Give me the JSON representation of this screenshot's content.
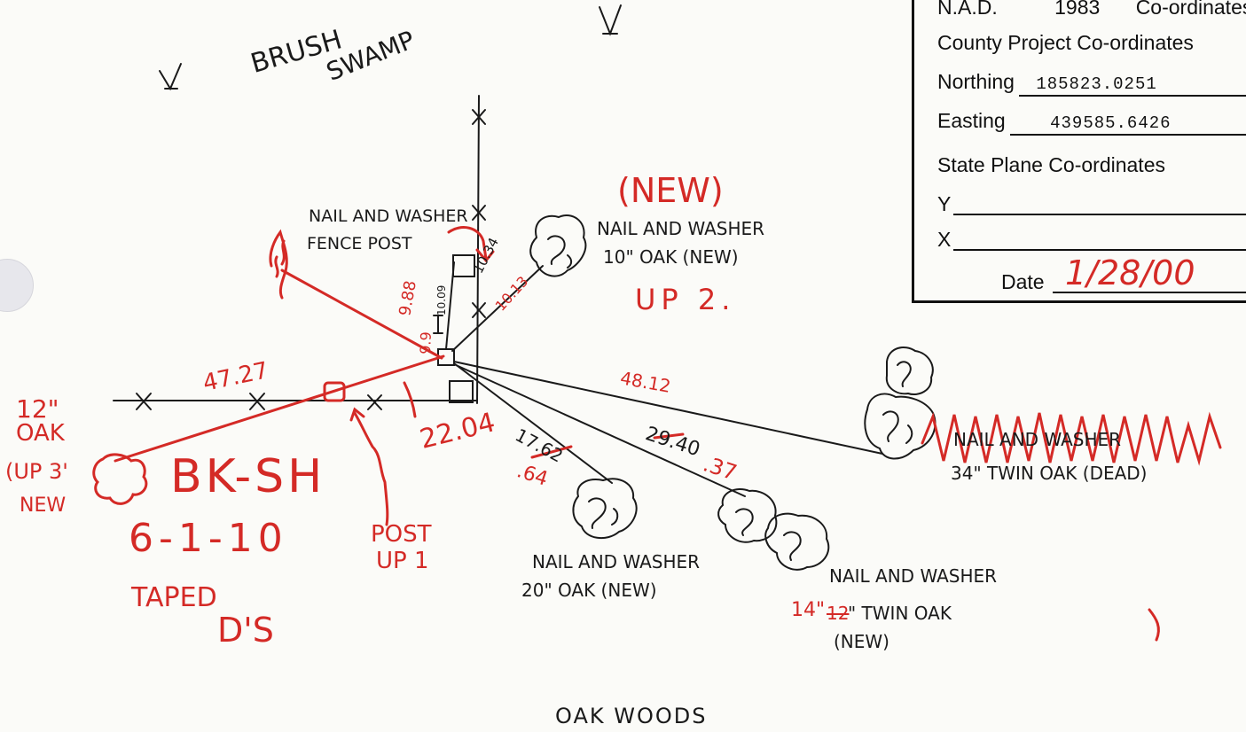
{
  "sketch": {
    "top_labels": {
      "brush": "BRUSH",
      "swamp": "SWAMP",
      "marsh_symbol": "ʎ"
    },
    "bottom_label": "OAK WOODS",
    "fence_post": {
      "line1": "NAIL AND WASHER",
      "line2": "FENCE POST"
    },
    "new_marker": "(NEW)",
    "up2": "UP 2.",
    "oak10": {
      "line1": "NAIL AND WASHER",
      "line2": "10\" OAK  (NEW)"
    },
    "twin34": {
      "line1": "NAIL AND WASHER",
      "line2": "34\" TWIN OAK  (DEAD)"
    },
    "oak20": {
      "line1": "NAIL AND WASHER",
      "line2": "20\" OAK  (NEW)"
    },
    "twin12": {
      "line1": "NAIL AND WASHER",
      "size_new": "14\"",
      "size_old": "12",
      "line2": "\" TWIN OAK",
      "line3": "(NEW)"
    },
    "oak12": {
      "line1": "12\"",
      "line2": "OAK",
      "line3": "(UP 3'",
      "line4": "NEW"
    },
    "bk": "BK-SH",
    "date_red": "6-1-10",
    "taped": "TAPED",
    "ds": "D'S",
    "post_up": {
      "line1": "POST",
      "line2": "UP 1"
    },
    "measurements": {
      "m4727": "47.27",
      "m2204": "22.04",
      "m1762": "17.62",
      "m64": ".64",
      "m2940": "29.40",
      "m37": ".37",
      "m4812": "48.12",
      "m1034": "10.34",
      "m1013": "10.13",
      "m988": "9.88",
      "m1009": "10.09",
      "m99": "9.9"
    }
  },
  "coords": {
    "nad_label": "N.A.D.",
    "nad_year": "1983",
    "nad_tail": "Co-ordinates",
    "county_label": "County  Project  Co-ordinates",
    "northing_label": "Northing",
    "northing_value": "185823.0251",
    "easting_label": "Easting",
    "easting_value": "439585.6426",
    "state_plane_label": "State Plane Co-ordinates",
    "y_label": "Y",
    "x_label": "X",
    "date_label": "Date",
    "date_value": "1/28/00"
  },
  "colors": {
    "ink": "#1a1a1a",
    "red": "#d42a26",
    "paper": "#fbfbf8"
  }
}
